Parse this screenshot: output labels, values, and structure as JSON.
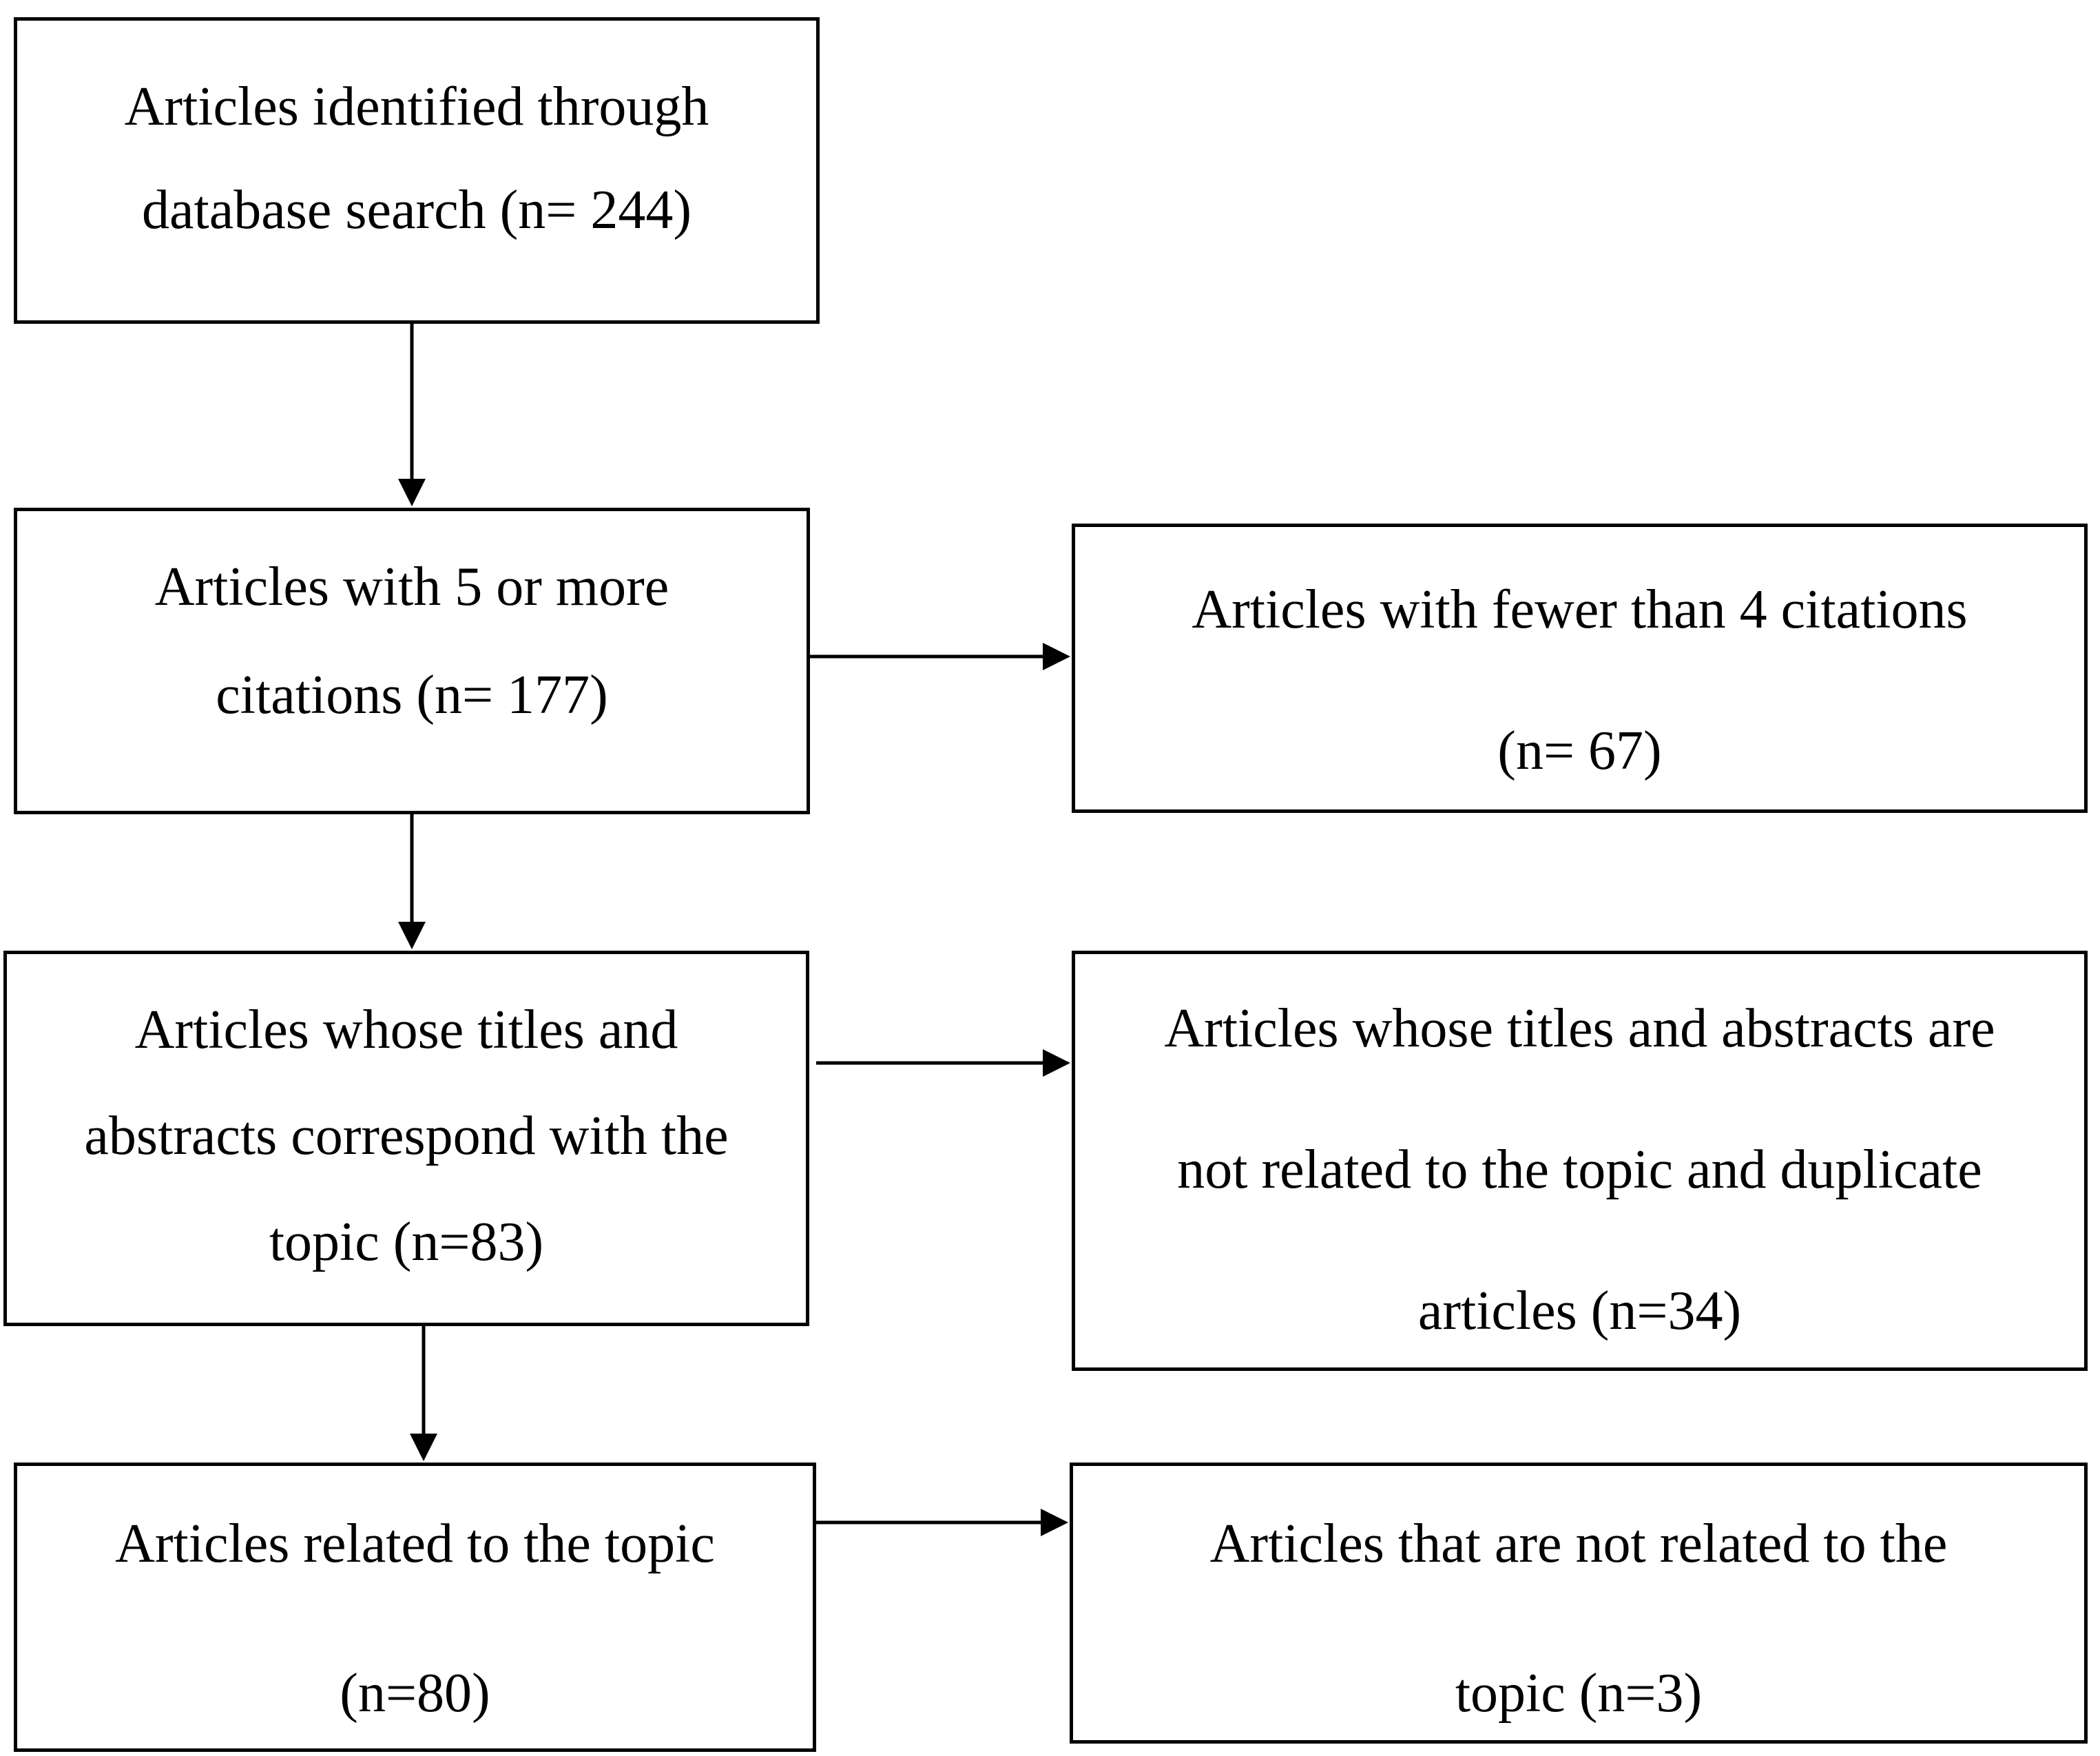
{
  "boxes": {
    "identified": {
      "lines": [
        "Articles identified through",
        "database search (n= 244)"
      ]
    },
    "five_or_more": {
      "lines": [
        "Articles with 5 or more",
        "citations (n= 177)"
      ]
    },
    "fewer_than_four": {
      "lines": [
        "Articles with fewer than 4 citations",
        "(n= 67)"
      ]
    },
    "titles_match": {
      "lines": [
        "Articles whose titles and",
        "abstracts correspond with the",
        "topic (n=83)"
      ]
    },
    "not_related_dup": {
      "lines": [
        "Articles whose titles and abstracts are",
        "not related to the topic and duplicate",
        "articles (n=34)"
      ]
    },
    "related": {
      "lines": [
        "Articles related to the topic",
        "(n=80)"
      ]
    },
    "not_related": {
      "lines": [
        "Articles that are not related to the",
        "topic (n=3)"
      ]
    }
  }
}
